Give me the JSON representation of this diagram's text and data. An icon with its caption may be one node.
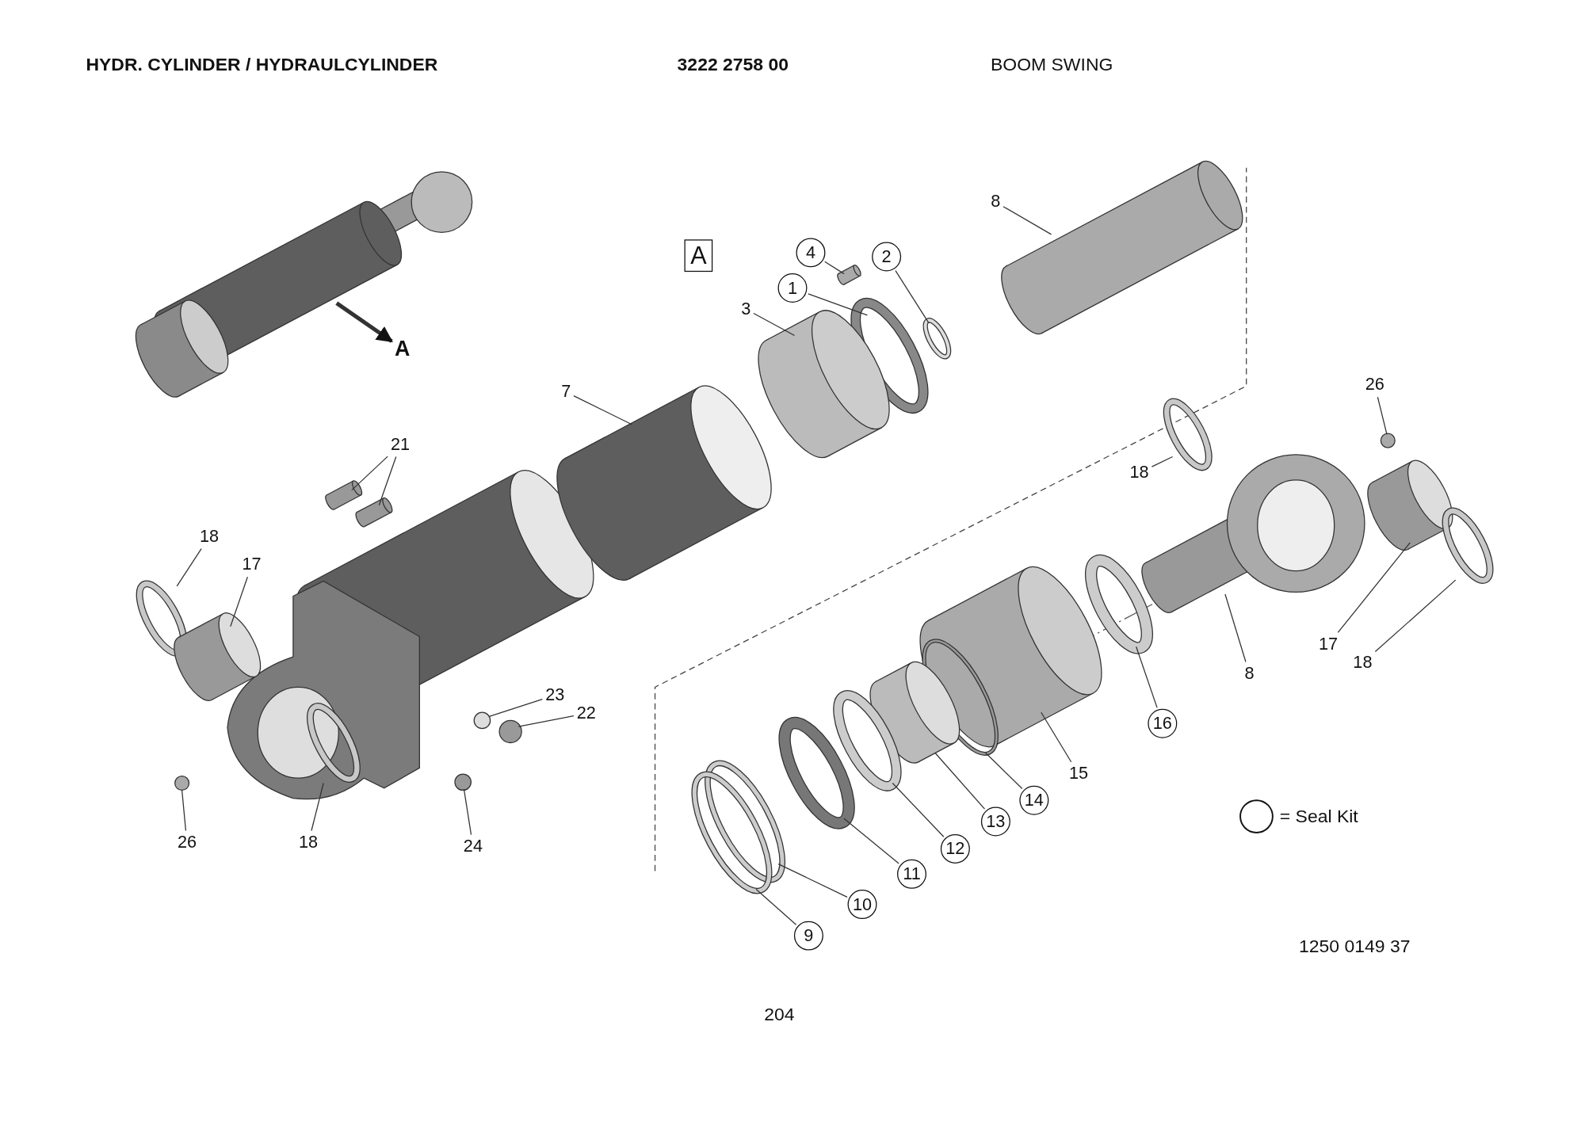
{
  "diagram": {
    "title": "HYDR. CYLINDER / HYDRAULCYLINDER",
    "nodes": [
      {
        "text": [
          "A"
        ]
      },
      {
        "text": [
          "A"
        ]
      },
      {
        "text": [
          "8"
        ]
      },
      {
        "text": [
          "4"
        ]
      },
      {
        "text": [
          "2"
        ]
      },
      {
        "text": [
          "1"
        ]
      },
      {
        "text": [
          "3"
        ]
      },
      {
        "text": [
          "7"
        ]
      },
      {
        "text": [
          "26"
        ]
      },
      {
        "text": [
          "21"
        ]
      },
      {
        "text": [
          "18"
        ]
      },
      {
        "text": [
          "18"
        ]
      },
      {
        "text": [
          "17"
        ]
      },
      {
        "text": [
          "8"
        ]
      },
      {
        "text": [
          "17"
        ]
      },
      {
        "text": [
          "18"
        ]
      },
      {
        "text": [
          "23"
        ]
      },
      {
        "text": [
          "22"
        ]
      },
      {
        "text": [
          "16"
        ]
      },
      {
        "text": [
          "15"
        ]
      },
      {
        "text": [
          "14"
        ]
      },
      {
        "text": [
          "13"
        ]
      },
      {
        "text": [
          "12"
        ]
      },
      {
        "text": [
          "11"
        ]
      },
      {
        "text": [
          "10"
        ]
      },
      {
        "text": [
          "9"
        ]
      },
      {
        "text": [
          "26"
        ]
      },
      {
        "text": [
          "18"
        ]
      },
      {
        "text": [
          "24"
        ]
      },
      {
        "text": [],
        "shape": "picture"
      },
      {
        "text": [],
        "shape": "picture"
      },
      {
        "text": [],
        "shape": "picture"
      },
      {
        "text": [],
        "shape": "circle"
      },
      {
        "text": [],
        "shape": "circle"
      },
      {
        "text": [],
        "shape": "picture"
      },
      {
        "text": [],
        "shape": "picture"
      },
      {
        "text": [],
        "shape": "circle"
      },
      {
        "text": [],
        "shape": "picture"
      },
      {
        "text": [],
        "shape": "picture"
      },
      {
        "text": [],
        "shape": "circle"
      },
      {
        "text": [],
        "shape": "circle"
      },
      {
        "text": [],
        "shape": "picture"
      },
      {
        "text": [],
        "shape": "picture"
      },
      {
        "text": [],
        "shape": "picture"
      },
      {
        "text": [],
        "shape": "circle"
      },
      {
        "text": [],
        "shape": "circle"
      },
      {
        "text": [],
        "shape": "circle"
      },
      {
        "text": [],
        "shape": "circle"
      },
      {
        "text": [],
        "shape": "picture"
      },
      {
        "text": [],
        "shape": "circle"
      },
      {
        "text": [],
        "shape": "picture"
      },
      {
        "text": [],
        "shape": "circle"
      },
      {
        "text": [],
        "shape": "circle"
      },
      {
        "text": [],
        "shape": "circle"
      },
      {
        "text": [],
        "shape": "circle"
      },
      {
        "text": [],
        "shape": "circle"
      },
      {
        "text": [],
        "shape": "circle"
      },
      {
        "text": [],
        "shape": "circle"
      }
    ],
    "edges": [
      {
        "from": 29,
        "to": 1,
        "arrow": "to",
        "style": "thick"
      },
      {
        "from": 2,
        "to": 30,
        "arrow": "none"
      },
      {
        "from": 3,
        "to": 31,
        "arrow": "none"
      },
      {
        "from": 4,
        "to": 32,
        "arrow": "none"
      },
      {
        "from": 5,
        "to": 33,
        "arrow": "none"
      },
      {
        "from": 6,
        "to": 34,
        "arrow": "none"
      },
      {
        "from": 7,
        "to": 35,
        "arrow": "none"
      },
      {
        "from": 8,
        "to": 36,
        "arrow": "none"
      },
      {
        "from": 9,
        "to": 37,
        "arrow": "none"
      },
      {
        "from": 9,
        "to": 38,
        "arrow": "none"
      },
      {
        "from": 10,
        "to": 39,
        "arrow": "none"
      },
      {
        "from": 11,
        "to": 40,
        "arrow": "none"
      },
      {
        "from": 12,
        "to": 41,
        "arrow": "none"
      },
      {
        "from": 13,
        "to": 42,
        "arrow": "none"
      },
      {
        "from": 14,
        "to": 43,
        "arrow": "none"
      },
      {
        "from": 15,
        "to": 44,
        "arrow": "none"
      },
      {
        "from": 16,
        "to": 45,
        "arrow": "none"
      },
      {
        "from": 17,
        "to": 46,
        "arrow": "none"
      },
      {
        "from": 18,
        "to": 47,
        "arrow": "none"
      },
      {
        "from": 19,
        "to": 48,
        "arrow": "none"
      },
      {
        "from": 20,
        "to": 49,
        "arrow": "none"
      },
      {
        "from": 21,
        "to": 50,
        "arrow": "none"
      },
      {
        "from": 22,
        "to": 51,
        "arrow": "none"
      },
      {
        "from": 23,
        "to": 52,
        "arrow": "none"
      },
      {
        "from": 24,
        "to": 53,
        "arrow": "none"
      },
      {
        "from": 25,
        "to": 54,
        "arrow": "none"
      },
      {
        "from": 26,
        "to": 55,
        "arrow": "none"
      },
      {
        "from": 27,
        "to": 56,
        "arrow": "none"
      },
      {
        "from": 28,
        "to": 57,
        "arrow": "none"
      }
    ],
    "labels": [
      "3222 2758 00",
      "BOOM SWING",
      "1250 0149 37",
      "204"
    ],
    "legend": [
      {
        "text": "= Seal Kit"
      }
    ]
  }
}
